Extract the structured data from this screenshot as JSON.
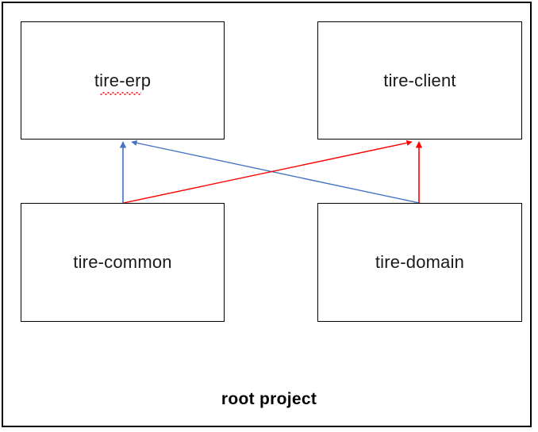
{
  "diagram": {
    "type": "module-dependency",
    "caption": "root project",
    "background_color": "#ffffff",
    "border_color": "#000000",
    "modules": [
      {
        "id": "tire-erp",
        "label": "tire-erp",
        "position": "top-left",
        "spellcheck_underline": true
      },
      {
        "id": "tire-client",
        "label": "tire-client",
        "position": "top-right",
        "spellcheck_underline": false
      },
      {
        "id": "tire-common",
        "label": "tire-common",
        "position": "bottom-left",
        "spellcheck_underline": false
      },
      {
        "id": "tire-domain",
        "label": "tire-domain",
        "position": "bottom-right",
        "spellcheck_underline": false
      }
    ],
    "edges": [
      {
        "id": "common-to-erp",
        "from": "tire-common",
        "to": "tire-erp",
        "color": "#4472C4",
        "style": "vertical"
      },
      {
        "id": "domain-to-erp",
        "from": "tire-domain",
        "to": "tire-erp",
        "color": "#4472C4",
        "style": "diagonal"
      },
      {
        "id": "domain-to-client",
        "from": "tire-domain",
        "to": "tire-client",
        "color": "#FF0000",
        "style": "vertical"
      },
      {
        "id": "common-to-client",
        "from": "tire-common",
        "to": "tire-client",
        "color": "#FF0000",
        "style": "diagonal"
      }
    ],
    "colors": {
      "arrow_blue": "#4472C4",
      "arrow_red": "#FF0000",
      "box_stroke": "#000000",
      "text": "#1a1a1a",
      "spellcheck_red": "#ff2d2d"
    }
  }
}
